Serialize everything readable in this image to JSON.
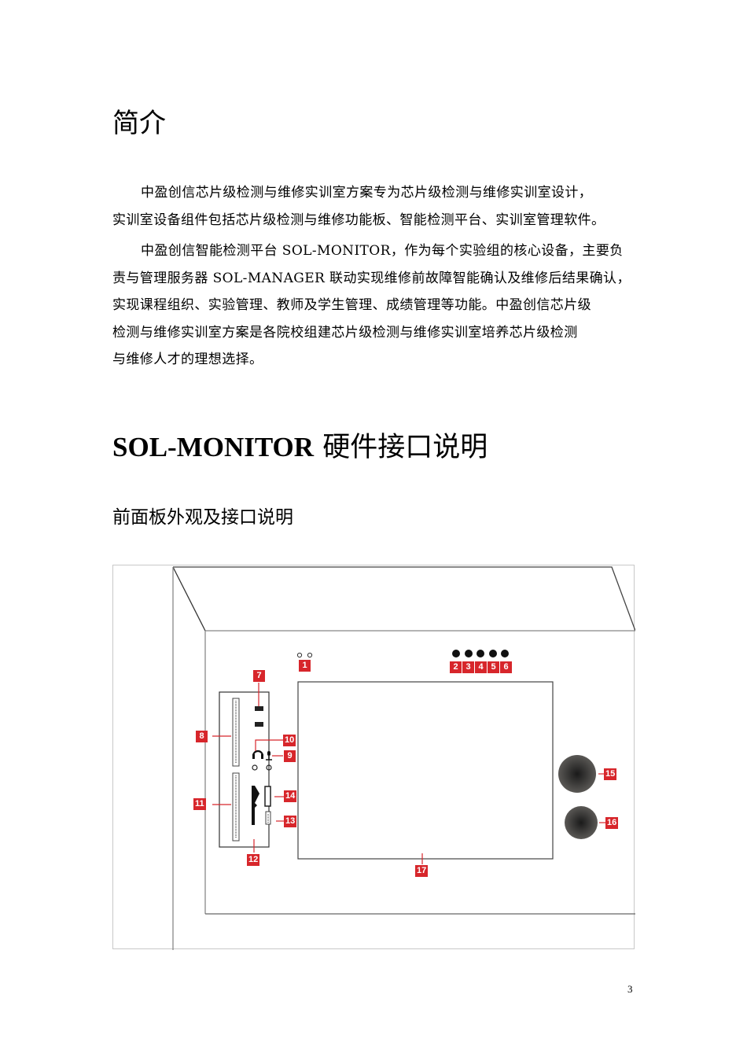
{
  "intro": {
    "heading": "简介",
    "paragraphs": [
      {
        "lines": [
          "中盈创信芯片级检测与维修实训室方案专为芯片级检测与维修实训室设计，",
          "实训室设备组件包括芯片级检测与维修功能板、智能检测平台、实训室管理软件。"
        ]
      },
      {
        "lines": [
          "中盈创信智能检测平台 SOL-MONITOR，作为每个实验组的核心设备，主要负",
          "责与管理服务器 SOL-MANAGER 联动实现维修前故障智能确认及维修后结果确认，",
          "实现课程组织、实验管理、教师及学生管理、成绩管理等功能。中盈创信芯片级",
          "检测与维修实训室方案是各院校组建芯片级检测与维修实训室培养芯片级检测",
          "与维修人才的理想选择。"
        ]
      }
    ]
  },
  "hardware": {
    "heading_latin": "SOL-MONITOR",
    "heading_cjk": " 硬件接口说明",
    "subheading": "前面板外观及接口说明"
  },
  "figure": {
    "description": "SOL-MONITOR front panel diagram",
    "accent_color": "#d7262b",
    "callouts": [
      "1",
      "2",
      "3",
      "4",
      "5",
      "6",
      "7",
      "8",
      "9",
      "10",
      "11",
      "12",
      "13",
      "14",
      "15",
      "16",
      "17"
    ]
  },
  "footer": {
    "page_number": "3"
  }
}
